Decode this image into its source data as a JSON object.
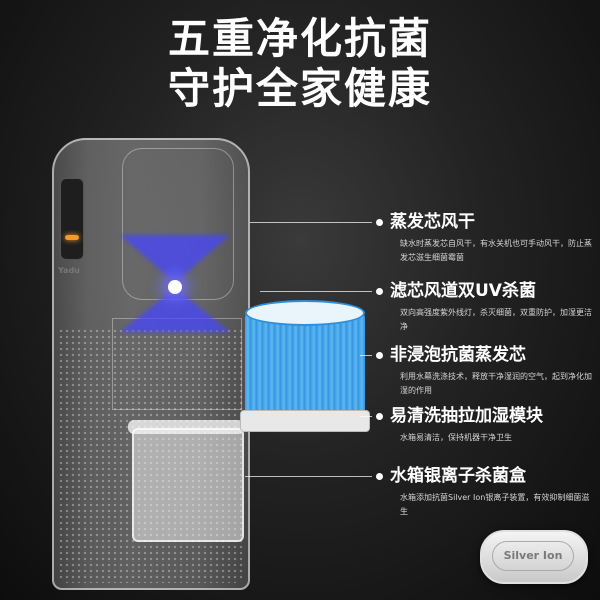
{
  "headline": {
    "line1": "五重净化抗菌",
    "line2": "守护全家健康"
  },
  "device": {
    "logo": "Yadu",
    "led_color": "#f39a2a",
    "uv_color": "#4646ff",
    "filter_color": "#3ea0e8"
  },
  "features": [
    {
      "title": "蒸发芯风干",
      "desc": "缺水时蒸发芯自风干，有水关机也可手动风干，防止蒸发芯滋生细菌霉菌"
    },
    {
      "title": "滤芯风道双UV杀菌",
      "desc": "双向高强度紫外线灯，杀灭细菌，双重防护，加湿更洁净"
    },
    {
      "title": "非浸泡抗菌蒸发芯",
      "desc": "利用水幕洗涤技术，释放干净湿润的空气，起到净化加湿的作用"
    },
    {
      "title": "易清洗抽拉加湿模块",
      "desc": "水箱易清洁，保持机器干净卫生"
    },
    {
      "title": "水箱银离子杀菌盒",
      "desc": "水箱添加抗菌Silver Ion银离子装置，有效抑制细菌滋生"
    }
  ],
  "ion_box_label": "Silver Ion"
}
